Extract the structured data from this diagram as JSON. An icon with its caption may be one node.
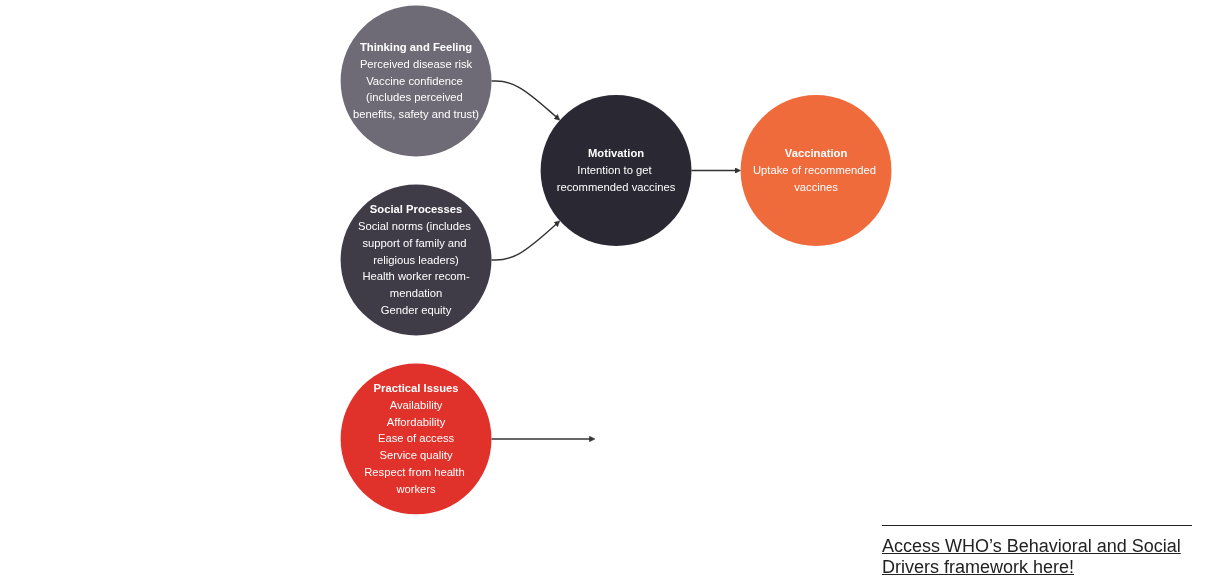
{
  "diagram": {
    "nodes": [
      {
        "text": [
          "Thinking and Feeling",
          "Perceived disease risk",
          "Vaccine confidence (includes perceived benefits, safety and trust)"
        ]
      },
      {
        "text": [
          "Social Processes",
          "Social norms (includes support of family and religious leaders)",
          "Health worker recom-mendation",
          "Gender equity"
        ]
      },
      {
        "text": [
          "Practical Issues",
          "Availability",
          "Affordability",
          "Ease of access",
          "Service quality",
          "Respect from health workers"
        ]
      },
      {
        "text": [
          "Motivation",
          "Intention to get recommended vaccines"
        ]
      },
      {
        "text": [
          "Vaccination",
          "Uptake of recommended vaccines"
        ]
      }
    ],
    "edges": [
      {
        "from": 0,
        "to": 3,
        "arrow": "to"
      },
      {
        "from": 1,
        "to": 3,
        "arrow": "to"
      },
      {
        "from": 2,
        "to": null,
        "arrow": "to"
      },
      {
        "from": 3,
        "to": 4,
        "arrow": "to"
      }
    ],
    "labels": [
      "Access WHO’s Behavioral and Social Drivers framework here!"
    ]
  }
}
